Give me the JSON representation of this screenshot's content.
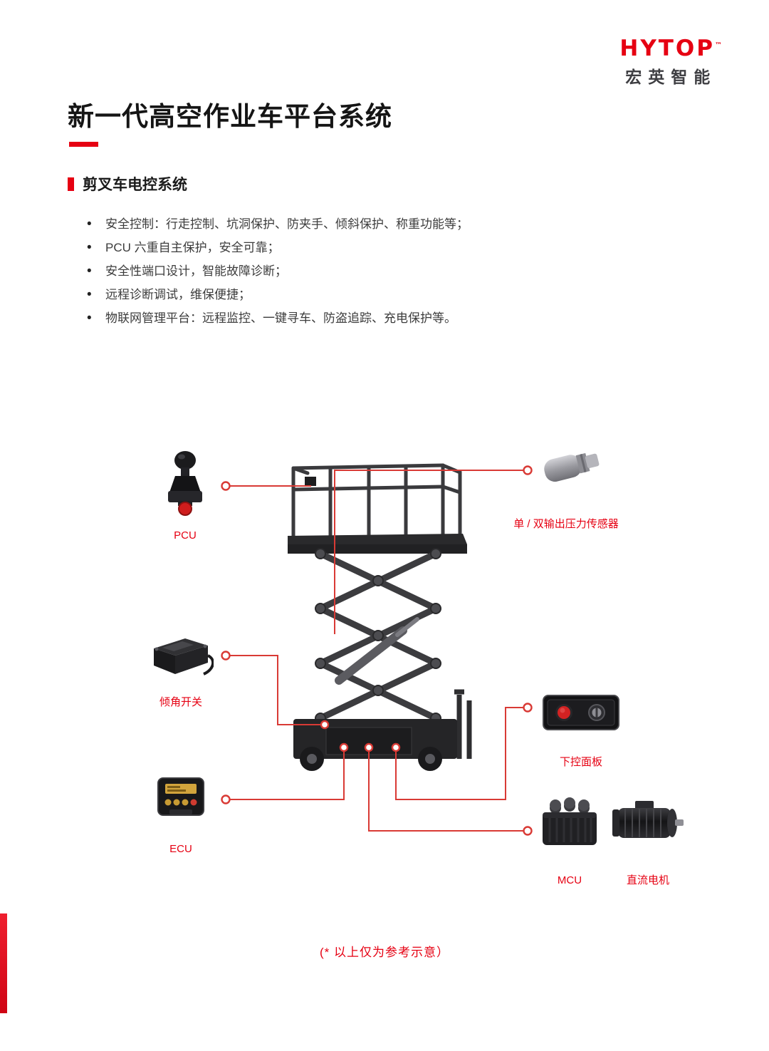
{
  "colors": {
    "accent": "#e60012",
    "callout_line": "#d93a35",
    "machine_body": "#2b2b2d"
  },
  "logo": {
    "brand": "HYTOP",
    "trademark": "™",
    "company": "宏英智能"
  },
  "header": {
    "title": "新一代高空作业车平台系统"
  },
  "section": {
    "heading": "剪叉车电控系统"
  },
  "features": [
    "安全控制：行走控制、坑洞保护、防夹手、倾斜保护、称重功能等；",
    "PCU 六重自主保护，安全可靠；",
    "安全性端口设计，智能故障诊断；",
    "远程诊断调试，维保便捷；",
    "物联网管理平台：远程监控、一键寻车、防盗追踪、充电保护等。"
  ],
  "diagram": {
    "labels": {
      "pcu": "PCU",
      "pressure_sensor": "单 / 双输出压力传感器",
      "tilt_switch": "倾角开关",
      "lower_control_panel": "下控面板",
      "ecu": "ECU",
      "mcu": "MCU",
      "dc_motor": "直流电机"
    }
  },
  "footnote": "(* 以上仅为参考示意）"
}
